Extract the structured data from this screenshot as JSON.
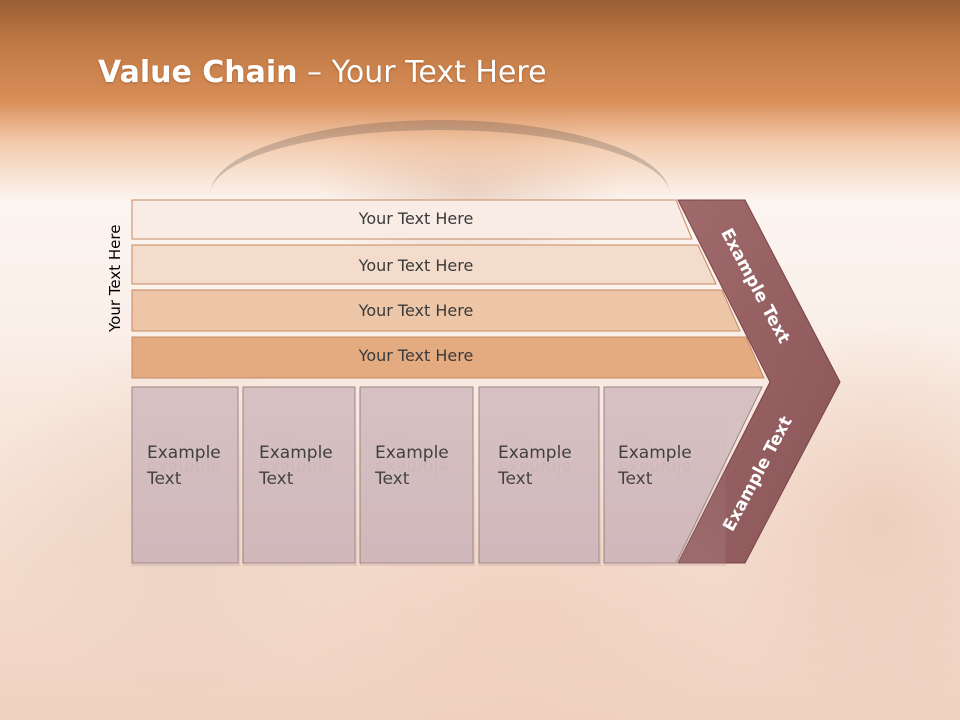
{
  "slide": {
    "title_bold": "Value Chain",
    "title_rest": " – Your Text Here"
  },
  "side_label": "Your Text Here",
  "bars": [
    {
      "label": "Your Text Here"
    },
    {
      "label": "Your Text Here"
    },
    {
      "label": "Your Text Here"
    },
    {
      "label": "Your Text Here"
    }
  ],
  "boxes": [
    {
      "line1": "Example",
      "line2": "Text"
    },
    {
      "line1": "Example",
      "line2": "Text"
    },
    {
      "line1": "Example",
      "line2": "Text"
    },
    {
      "line1": "Example",
      "line2": "Text"
    },
    {
      "line1": "Example",
      "line2": "Text"
    }
  ],
  "chevron": {
    "upper_label": "Example Text",
    "lower_label": "Example Text"
  },
  "colors": {
    "header_band": "#c98049",
    "bar1": "#f8ece4",
    "bar2": "#f3dccb",
    "bar3": "#edc6a8",
    "bar4": "#e4aa80",
    "box_fill": "#d6c0c2",
    "chevron": "#975f61"
  }
}
